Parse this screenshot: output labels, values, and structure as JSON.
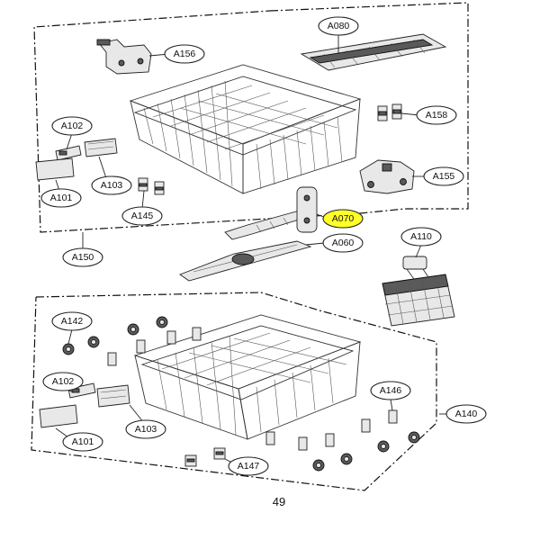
{
  "page_number": "49",
  "colors": {
    "highlight": "#ffff2a",
    "line": "#222222"
  },
  "labels": {
    "A156": "A156",
    "A080": "A080",
    "A158": "A158",
    "A102_top": "A102",
    "A103_top": "A103",
    "A101_top": "A101",
    "A145": "A145",
    "A155": "A155",
    "A070": "A070",
    "A060": "A060",
    "A150": "A150",
    "A110": "A110",
    "A142": "A142",
    "A102_bottom": "A102",
    "A103_bottom": "A103",
    "A101_bottom": "A101",
    "A146": "A146",
    "A140": "A140",
    "A147": "A147"
  }
}
